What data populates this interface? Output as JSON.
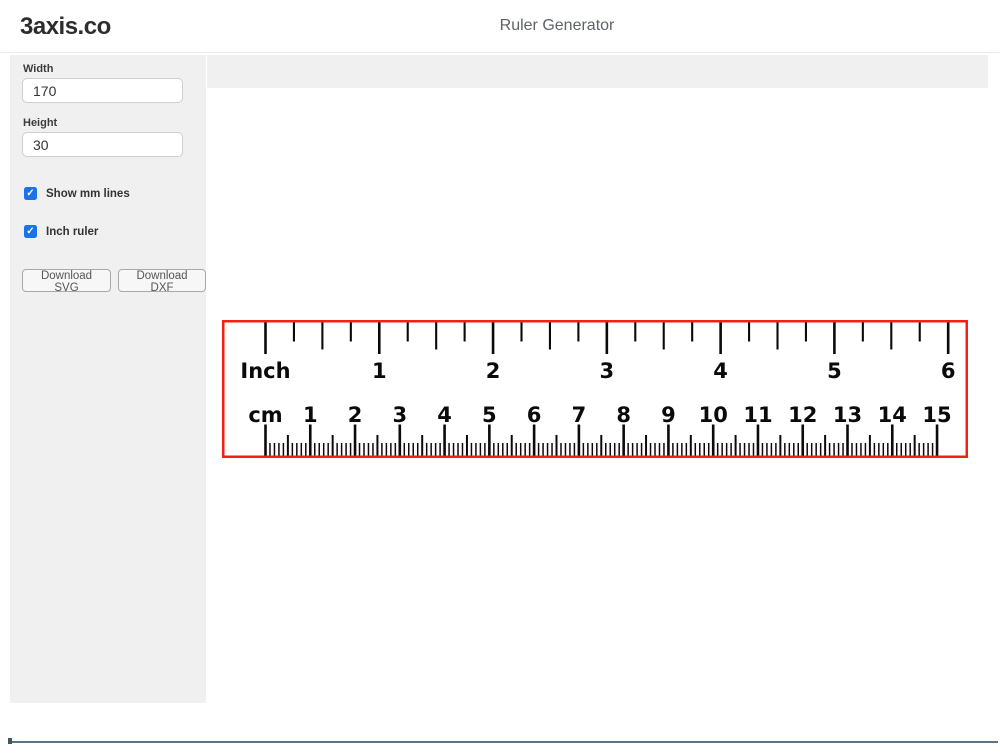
{
  "header": {
    "logo": "3axis.co",
    "title": "Ruler Generator"
  },
  "sidebar": {
    "width": {
      "label": "Width",
      "value": "170"
    },
    "height": {
      "label": "Height",
      "value": "30"
    },
    "checkboxes": [
      {
        "label": "Show mm lines",
        "checked": true
      },
      {
        "label": "Inch ruler",
        "checked": true
      }
    ],
    "buttons": {
      "svg": "Download SVG",
      "dxf": "Download DXF"
    }
  },
  "ruler": {
    "border_color": "#f52015",
    "tick_color": "#0a0a0a",
    "inch": {
      "unit_label": "Inch",
      "numbers": [
        1,
        2,
        3,
        4,
        5,
        6
      ],
      "max_quarters": 24
    },
    "cm": {
      "unit_label": "cm",
      "numbers": [
        1,
        2,
        3,
        4,
        5,
        6,
        7,
        8,
        9,
        10,
        11,
        12,
        13,
        14,
        15
      ],
      "max_mm": 150
    }
  },
  "checkmark_glyph": "✓"
}
